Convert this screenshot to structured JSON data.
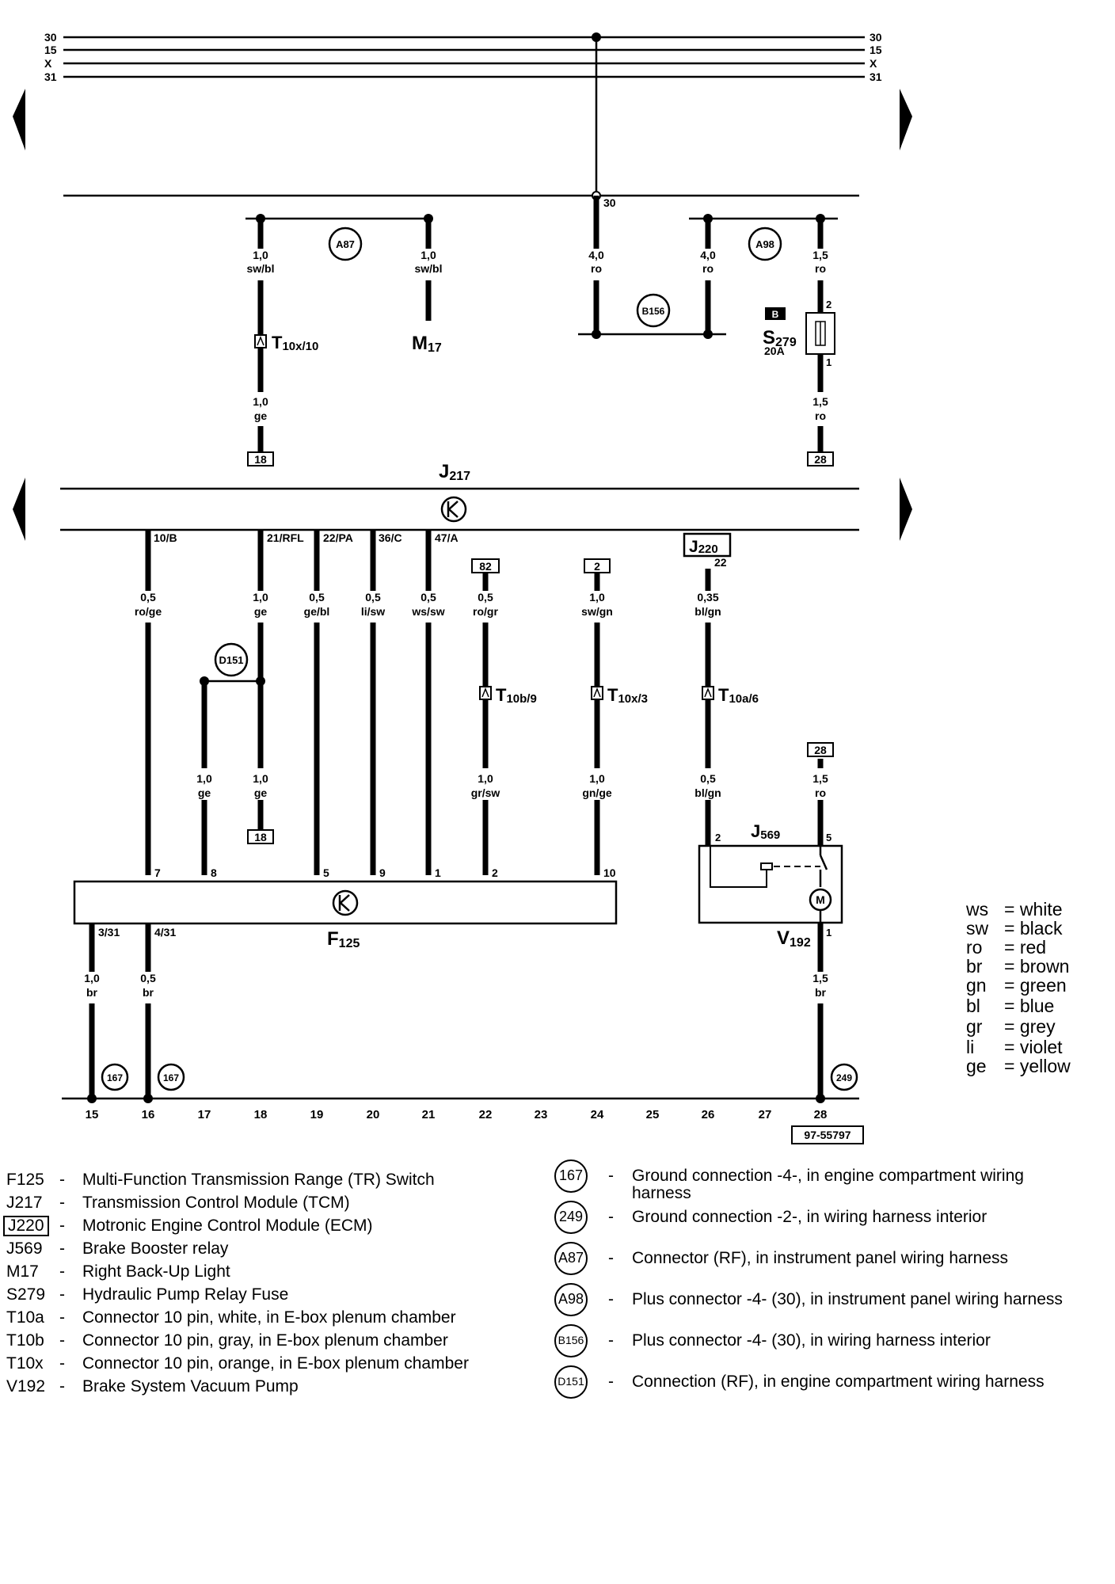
{
  "bus_labels": [
    "30",
    "15",
    "X",
    "31"
  ],
  "wires": [
    {
      "size": "1,0",
      "color": "sw/bl"
    },
    {
      "size": "1,0",
      "color": "sw/bl"
    },
    {
      "size": "4,0",
      "color": "ro"
    },
    {
      "size": "4,0",
      "color": "ro"
    },
    {
      "size": "1,5",
      "color": "ro"
    },
    {
      "size": "1,0",
      "color": "ge"
    },
    {
      "size": "1,5",
      "color": "ro"
    },
    {
      "size": "0,5",
      "color": "ro/ge"
    },
    {
      "size": "1,0",
      "color": "ge"
    },
    {
      "size": "0,5",
      "color": "ge/bl"
    },
    {
      "size": "0,5",
      "color": "li/sw"
    },
    {
      "size": "0,5",
      "color": "ws/sw"
    },
    {
      "size": "0,5",
      "color": "ro/gr"
    },
    {
      "size": "1,0",
      "color": "sw/gn"
    },
    {
      "size": "0,35",
      "color": "bl/gn"
    },
    {
      "size": "1,0",
      "color": "ge"
    },
    {
      "size": "1,0",
      "color": "ge"
    },
    {
      "size": "1,0",
      "color": "gr/sw"
    },
    {
      "size": "1,0",
      "color": "gn/ge"
    },
    {
      "size": "0,5",
      "color": "bl/gn"
    },
    {
      "size": "1,5",
      "color": "ro"
    },
    {
      "size": "1,0",
      "color": "br"
    },
    {
      "size": "0,5",
      "color": "br"
    },
    {
      "size": "1,5",
      "color": "br"
    }
  ],
  "pins": [
    "30",
    "2",
    "1",
    "10/B",
    "21/RFL",
    "22/PA",
    "36/C",
    "47/A",
    "22",
    "7",
    "8",
    "5",
    "9",
    "1",
    "2",
    "10",
    "2",
    "5",
    "3/31",
    "4/31",
    "1"
  ],
  "refs": [
    "18",
    "28",
    "82",
    "2",
    "18",
    "28",
    "B"
  ],
  "components": {
    "t10x10": {
      "main": "T",
      "sub": "10x/10"
    },
    "m17": {
      "main": "M",
      "sub": "17"
    },
    "s279": {
      "main": "S",
      "sub": "279",
      "rating": "20A"
    },
    "j217": {
      "main": "J",
      "sub": "217"
    },
    "j220": {
      "main": "J",
      "sub": "220"
    },
    "t10b9": {
      "main": "T",
      "sub": "10b/9"
    },
    "t10x3": {
      "main": "T",
      "sub": "10x/3"
    },
    "t10a6": {
      "main": "T",
      "sub": "10a/6"
    },
    "j569": {
      "main": "J",
      "sub": "569"
    },
    "f125": {
      "main": "F",
      "sub": "125"
    },
    "v192": {
      "main": "V",
      "sub": "192"
    },
    "motor": "M"
  },
  "circle_labels": [
    "A87",
    "A98",
    "B156",
    "D151",
    "167",
    "167",
    "249"
  ],
  "tracks": [
    "15",
    "16",
    "17",
    "18",
    "19",
    "20",
    "21",
    "22",
    "23",
    "24",
    "25",
    "26",
    "27",
    "28"
  ],
  "figure_id": "97-55797",
  "legend": [
    {
      "code": "F125",
      "desc": "Multi-Function Transmission Range (TR) Switch"
    },
    {
      "code": "J217",
      "desc": "Transmission Control Module (TCM)"
    },
    {
      "code": "J220",
      "desc": "Motronic Engine Control Module (ECM)"
    },
    {
      "code": "J569",
      "desc": "Brake Booster relay"
    },
    {
      "code": "M17",
      "desc": "Right Back-Up Light"
    },
    {
      "code": "S279",
      "desc": "Hydraulic Pump Relay Fuse"
    },
    {
      "code": "T10a",
      "desc": "Connector 10 pin, white, in E-box plenum chamber"
    },
    {
      "code": "T10b",
      "desc": "Connector 10 pin, gray, in E-box plenum chamber"
    },
    {
      "code": "T10x",
      "desc": "Connector 10 pin, orange, in E-box plenum chamber"
    },
    {
      "code": "V192",
      "desc": "Brake System Vacuum Pump"
    }
  ],
  "grounds": [
    {
      "symbol": "167",
      "desc": "Ground connection -4-, in engine compartment wiring harness"
    },
    {
      "symbol": "249",
      "desc": "Ground connection -2-, in wiring harness interior"
    },
    {
      "symbol": "A87",
      "desc": "Connector (RF), in instrument panel wiring harness"
    },
    {
      "symbol": "A98",
      "desc": "Plus connector -4- (30), in instrument panel wiring harness"
    },
    {
      "symbol": "B156",
      "desc": "Plus connector -4- (30), in wiring harness interior"
    },
    {
      "symbol": "D151",
      "desc": "Connection (RF), in engine compartment wiring harness"
    }
  ],
  "color_codes": [
    {
      "abbr": "ws",
      "name": "white"
    },
    {
      "abbr": "sw",
      "name": "black"
    },
    {
      "abbr": "ro",
      "name": "red"
    },
    {
      "abbr": "br",
      "name": "brown"
    },
    {
      "abbr": "gn",
      "name": "green"
    },
    {
      "abbr": "bl",
      "name": "blue"
    },
    {
      "abbr": "gr",
      "name": "grey"
    },
    {
      "abbr": "li",
      "name": "violet"
    },
    {
      "abbr": "ge",
      "name": "yellow"
    }
  ]
}
